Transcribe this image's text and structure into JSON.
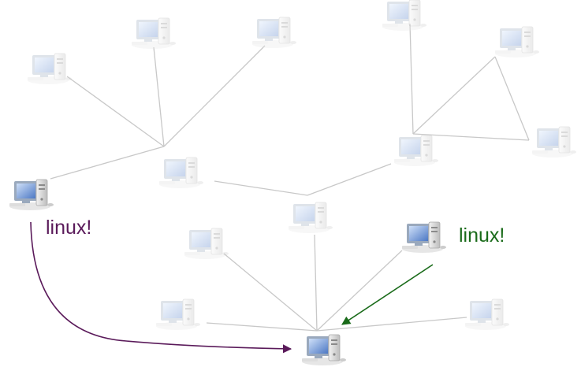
{
  "colors": {
    "background": "#ffffff",
    "edge": "#c8c8c8",
    "purple_path": "#5a1a5a",
    "green_path": "#1a6b1a"
  },
  "icon": "desktop-computer-icon",
  "nodes": [
    {
      "id": "top-left-far",
      "state": "faded"
    },
    {
      "id": "top-left-mid",
      "state": "faded"
    },
    {
      "id": "top-mid",
      "state": "faded"
    },
    {
      "id": "hub-left",
      "state": "faded"
    },
    {
      "id": "top-right-a",
      "state": "faded"
    },
    {
      "id": "top-right-b",
      "state": "faded"
    },
    {
      "id": "right-edge",
      "state": "faded"
    },
    {
      "id": "hub-right",
      "state": "faded"
    },
    {
      "id": "center-node",
      "state": "faded"
    },
    {
      "id": "lower-left",
      "state": "faded"
    },
    {
      "id": "bottom-left",
      "state": "faded"
    },
    {
      "id": "bottom-right",
      "state": "faded"
    },
    {
      "id": "source-left",
      "state": "active"
    },
    {
      "id": "source-right",
      "state": "active"
    },
    {
      "id": "destination",
      "state": "active"
    }
  ],
  "labels": {
    "purple": "linux!",
    "green": "linux!"
  }
}
